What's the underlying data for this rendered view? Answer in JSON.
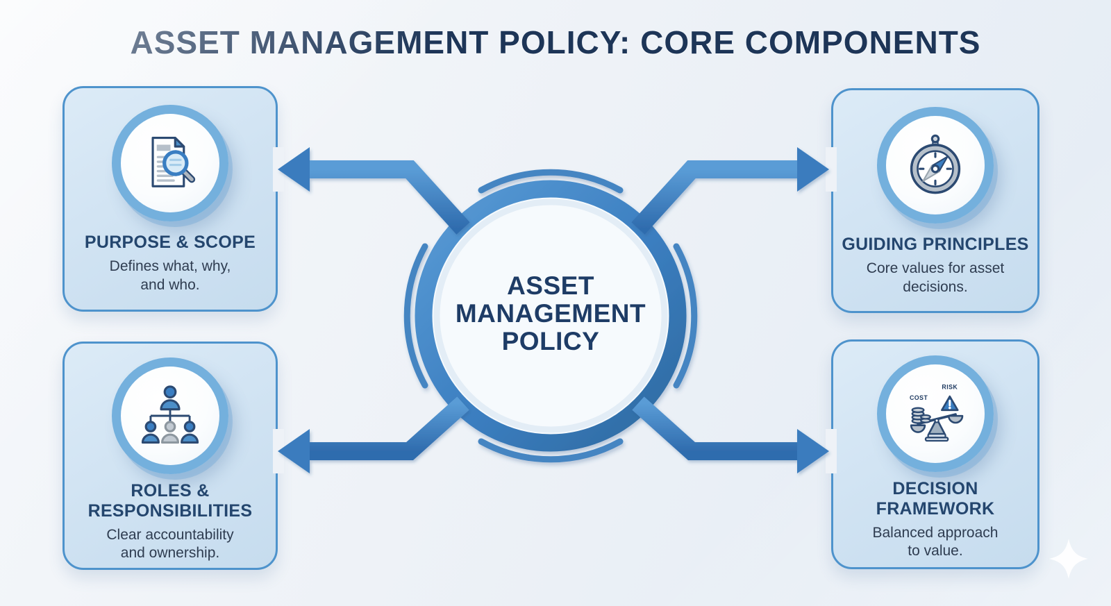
{
  "title": "ASSET MANAGEMENT POLICY: CORE COMPONENTS",
  "center": {
    "lines": [
      "ASSET",
      "MANAGEMENT",
      "POLICY"
    ]
  },
  "cards": [
    {
      "id": "purpose-scope",
      "title_lines": [
        "PURPOSE & SCOPE"
      ],
      "description_lines": [
        "Defines what, why,",
        "and who."
      ],
      "icon": "document-magnifier-icon"
    },
    {
      "id": "guiding-principles",
      "title_lines": [
        "GUIDING PRINCIPLES"
      ],
      "description_lines": [
        "Core values for asset",
        "decisions."
      ],
      "icon": "compass-icon"
    },
    {
      "id": "roles-responsibilities",
      "title_lines": [
        "ROLES &",
        "RESPONSIBILITIES"
      ],
      "description_lines": [
        "Clear accountability",
        "and ownership."
      ],
      "icon": "org-chart-icon"
    },
    {
      "id": "decision-framework",
      "title_lines": [
        "DECISION",
        "FRAMEWORK"
      ],
      "description_lines": [
        "Balanced approach",
        "to value."
      ],
      "icon": "balance-scale-icon",
      "icon_labels": {
        "cost": "COST",
        "risk": "RISK"
      }
    }
  ],
  "colors": {
    "accent_blue": "#3b7ec0",
    "navy_text": "#1d3557",
    "card_fill": "#cfe2f2",
    "card_border": "#4e93cc",
    "icon_ring": "#74b0dd"
  }
}
